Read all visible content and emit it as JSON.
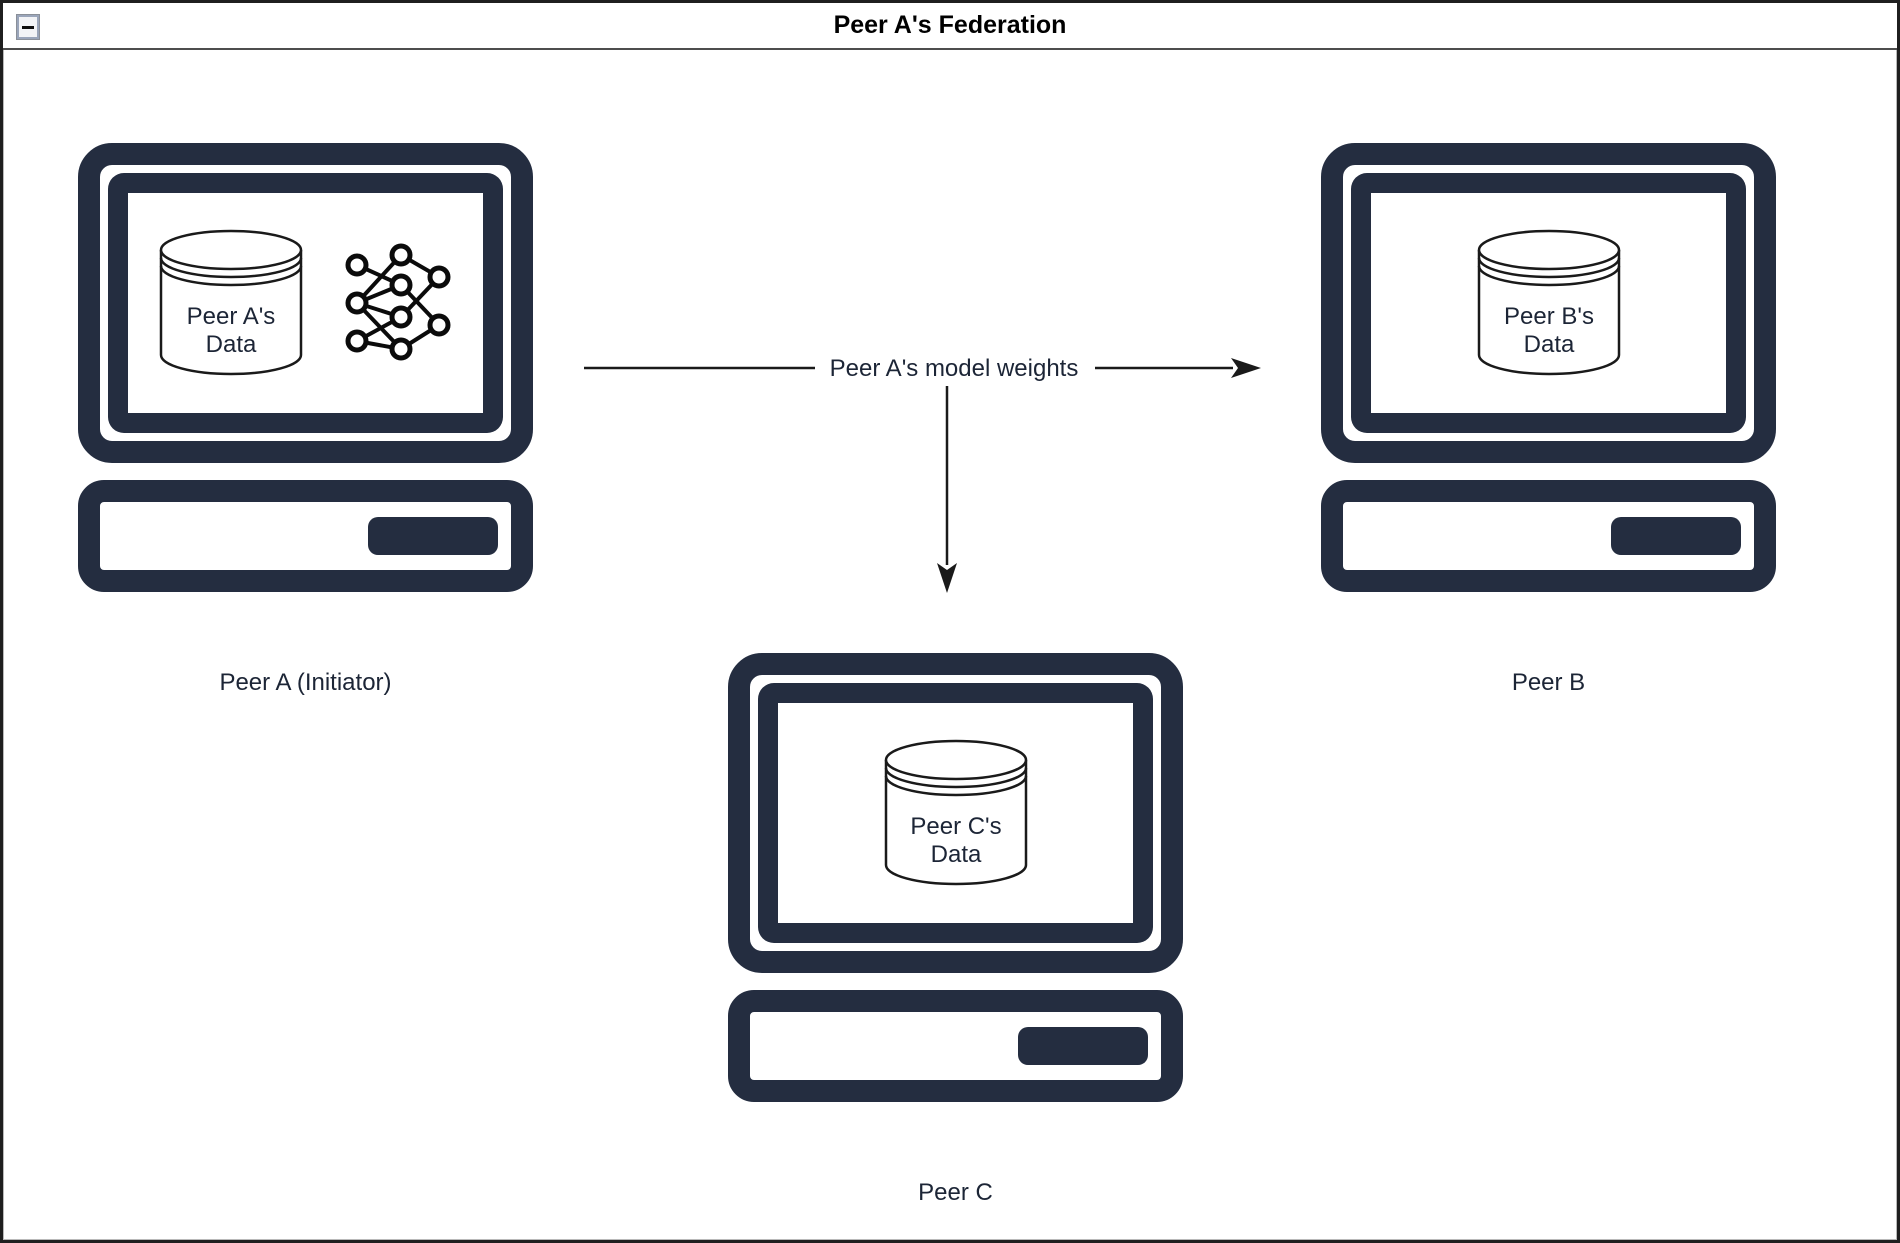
{
  "window": {
    "title": "Peer A's Federation",
    "collapse_icon": "collapse-minus"
  },
  "colors": {
    "computer_outline": "#242d40",
    "diagram_text": "#1c2536",
    "arrow_line": "#1a1a1a",
    "titlebar_separator": "#4d4d4d"
  },
  "peers": {
    "a": {
      "label": "Peer A (Initiator)",
      "data_line1": "Peer A's",
      "data_line2": "Data",
      "icons": [
        "database-icon",
        "neural-network-icon"
      ]
    },
    "b": {
      "label": "Peer B",
      "data_line1": "Peer B's",
      "data_line2": "Data",
      "icons": [
        "database-icon"
      ]
    },
    "c": {
      "label": "Peer C",
      "data_line1": "Peer C's",
      "data_line2": "Data",
      "icons": [
        "database-icon"
      ]
    }
  },
  "edges": [
    {
      "from": "Peer A (Initiator)",
      "to": "Peer B",
      "label": "Peer A's model weights"
    },
    {
      "from": "Peer A (Initiator)",
      "to": "Peer C",
      "label": "Peer A's model weights"
    }
  ]
}
